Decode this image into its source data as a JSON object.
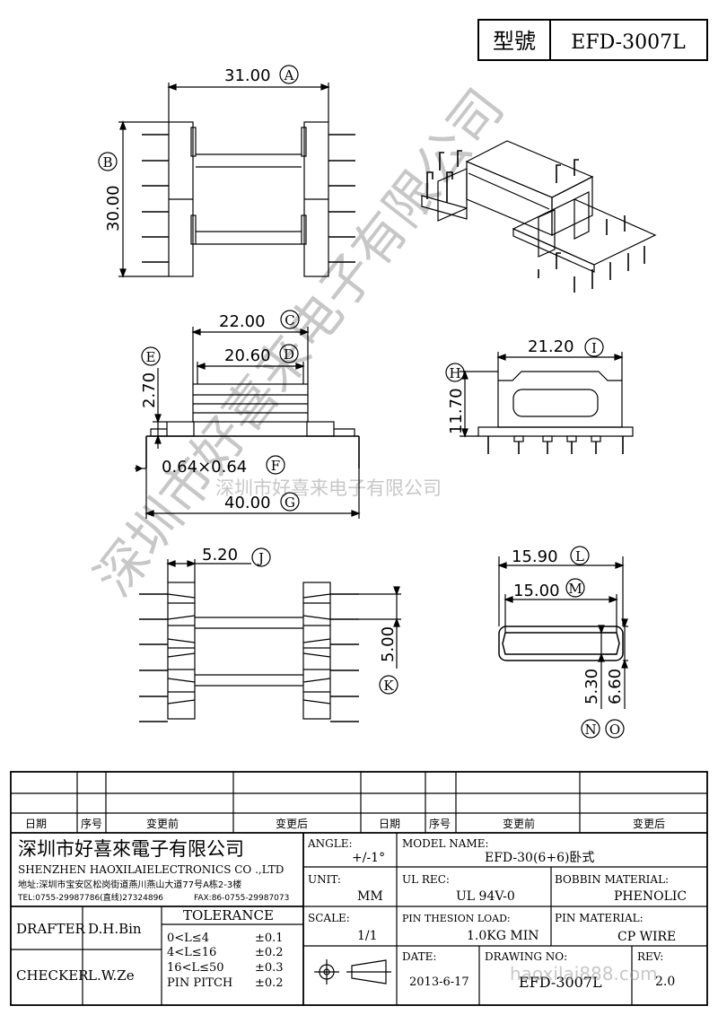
{
  "header": {
    "model_label": "型號",
    "model_value": "EFD-3007L"
  },
  "dims": {
    "A": {
      "value": "31.00",
      "letter": "A"
    },
    "B": {
      "value": "30.00",
      "letter": "B"
    },
    "C": {
      "value": "22.00",
      "letter": "C"
    },
    "D": {
      "value": "20.60",
      "letter": "D"
    },
    "E": {
      "value": "2.70",
      "letter": "E"
    },
    "F": {
      "value": "0.64×0.64",
      "letter": "F"
    },
    "G": {
      "value": "40.00",
      "letter": "G"
    },
    "H": {
      "value": "11.70",
      "letter": "H"
    },
    "I": {
      "value": "21.20",
      "letter": "I"
    },
    "J": {
      "value": "5.20",
      "letter": "J"
    },
    "K": {
      "value": "5.00",
      "letter": "K"
    },
    "L": {
      "value": "15.90",
      "letter": "L"
    },
    "M": {
      "value": "15.00",
      "letter": "M"
    },
    "N": {
      "value": "5.30",
      "letter": "N"
    },
    "O": {
      "value": "6.60",
      "letter": "O"
    }
  },
  "watermark": {
    "large": "深圳市好喜来电子有限公司",
    "small": "深圳市好喜来电子有限公司",
    "url": "haoxilai888.com"
  },
  "revision": {
    "h_date": "日期",
    "h_no": "序号",
    "h_before": "变更前",
    "h_after": "变更后"
  },
  "company": {
    "name": "深圳市好喜來電子有限公司",
    "en": "SHENZHEN HAOXILAIELECTRONICS CO .,LTD",
    "address": "地址:深圳市宝安区松岗街道燕川燕山大道77号A栋2-3楼",
    "tel": "TEL:0755-29987786(直线)27324896",
    "fax": "FAX:86-0755-29987073"
  },
  "block": {
    "angle_label": "ANGLE:",
    "angle_value": "+/-1°",
    "model_name_label": "MODEL NAME:",
    "model_name_value": "EFD-30(6+6)卧式",
    "unit_label": "UNIT:",
    "unit_value": "MM",
    "ul_label": "UL REC:",
    "ul_value": "UL 94V-0",
    "bobbin_label": "BOBBIN MATERIAL:",
    "bobbin_value": "PHENOLIC",
    "scale_label": "SCALE:",
    "scale_value": "1/1",
    "load_label": "PIN THESION LOAD:",
    "load_value": "1.0KG MIN",
    "pinmat_label": "PIN MATERIAL:",
    "pinmat_value": "CP  WIRE",
    "date_label": "DATE:",
    "date_value": "2013-6-17",
    "drawing_label": "DRAWING NO:",
    "drawing_value": "EFD-3007L",
    "rev_label": "REV:",
    "rev_value": "2.0",
    "drafter_label": "DRAFTER",
    "drafter_value": "D.H.Bin",
    "checker_label": "CHECKER",
    "checker_value": "L.W.Ze",
    "tolerance_title": "TOLERANCE",
    "tol": [
      {
        "range": "0<L≤4",
        "val": "±0.1"
      },
      {
        "range": "4<L≤16",
        "val": "±0.2"
      },
      {
        "range": "16<L≤50",
        "val": "±0.3"
      },
      {
        "range": "PIN PITCH",
        "val": "±0.2"
      }
    ]
  }
}
